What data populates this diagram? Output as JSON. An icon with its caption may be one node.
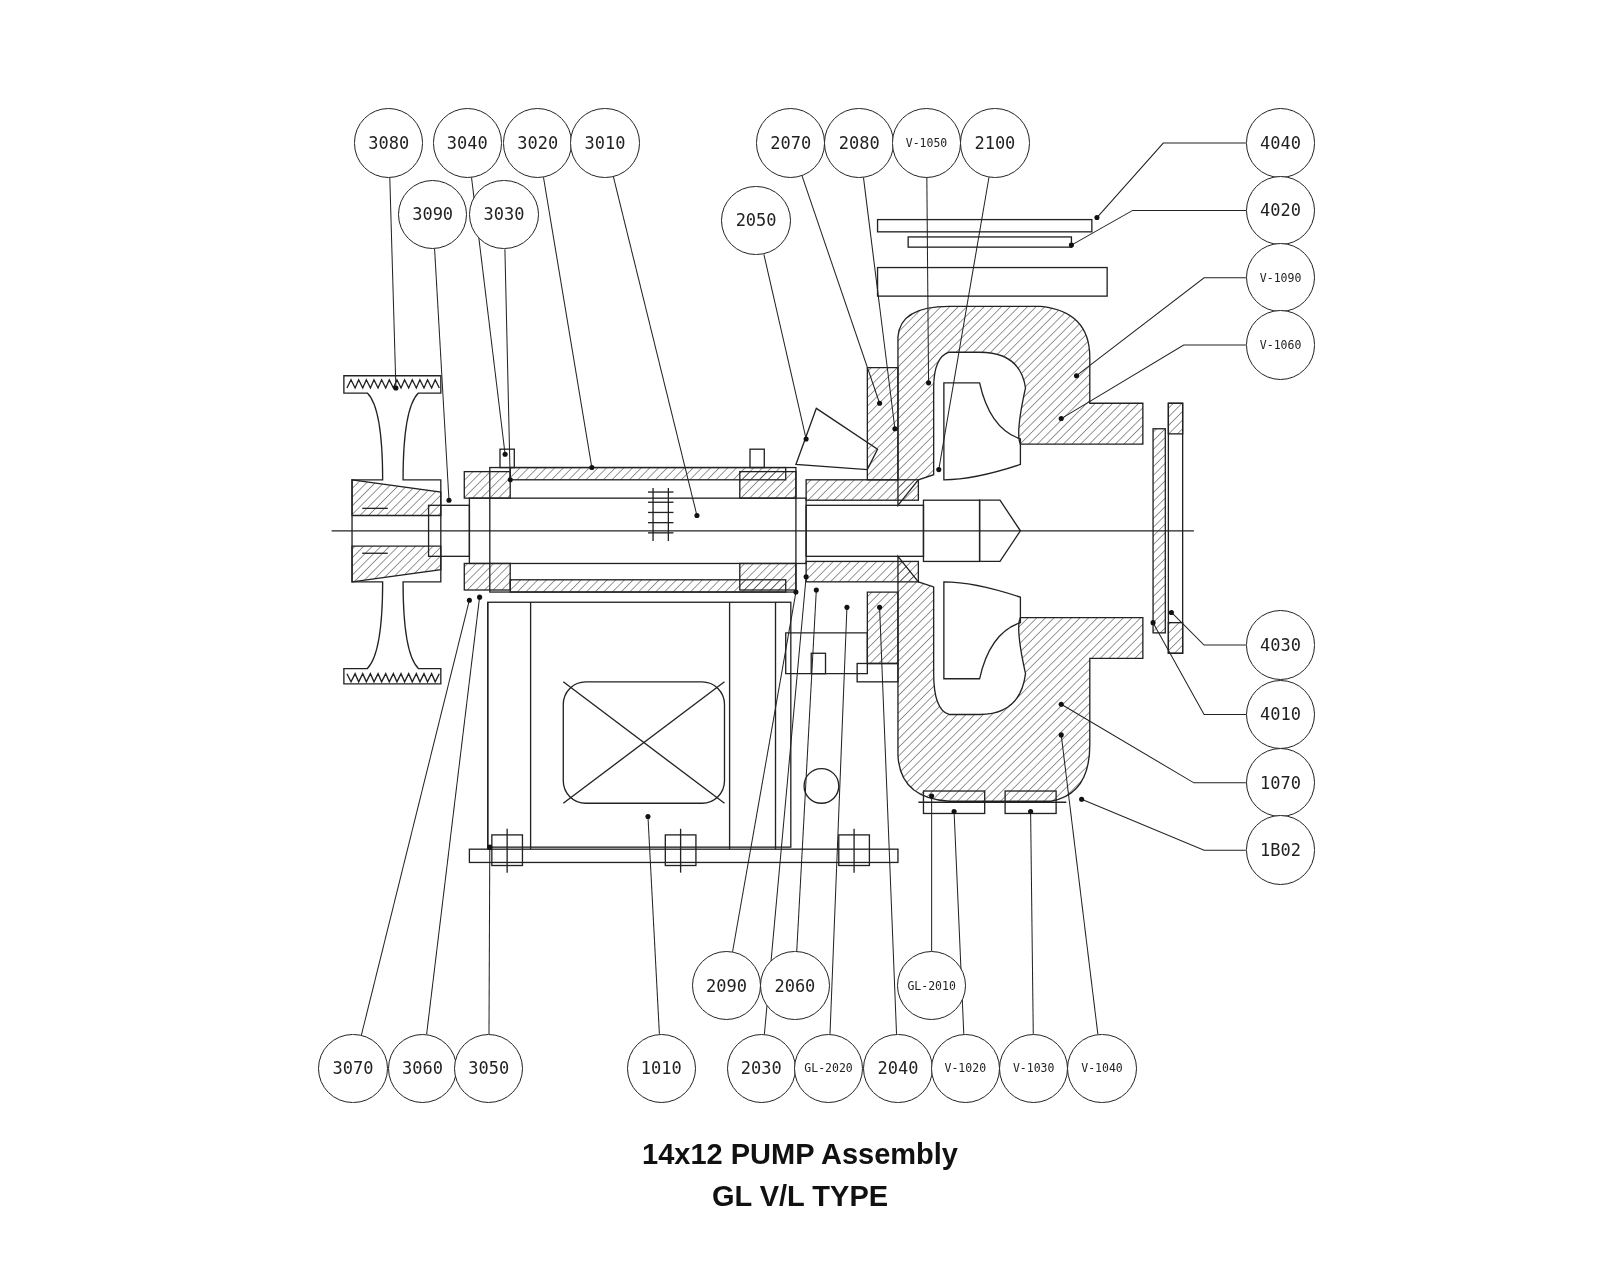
{
  "diagram": {
    "title": "14x12 PUMP Assembly",
    "caption": "GL V/L TYPE",
    "nodes": [
      {
        "text": [
          "3080"
        ]
      },
      {
        "text": [
          "3040"
        ]
      },
      {
        "text": [
          "3020"
        ]
      },
      {
        "text": [
          "3010"
        ]
      },
      {
        "text": [
          "2070"
        ]
      },
      {
        "text": [
          "2080"
        ]
      },
      {
        "text": [
          "V-1050"
        ]
      },
      {
        "text": [
          "2100"
        ]
      },
      {
        "text": [
          "4040"
        ]
      },
      {
        "text": [
          "3090"
        ]
      },
      {
        "text": [
          "3030"
        ]
      },
      {
        "text": [
          "2050"
        ]
      },
      {
        "text": [
          "4020"
        ]
      },
      {
        "text": [
          "V-1090"
        ]
      },
      {
        "text": [
          "V-1060"
        ]
      },
      {
        "text": [
          "4030"
        ]
      },
      {
        "text": [
          "4010"
        ]
      },
      {
        "text": [
          "1070"
        ]
      },
      {
        "text": [
          "1B02"
        ]
      },
      {
        "text": [
          "2090"
        ]
      },
      {
        "text": [
          "2060"
        ]
      },
      {
        "text": [
          "GL-2010"
        ]
      },
      {
        "text": [
          "3070"
        ]
      },
      {
        "text": [
          "3060"
        ]
      },
      {
        "text": [
          "3050"
        ]
      },
      {
        "text": [
          "1010"
        ]
      },
      {
        "text": [
          "2030"
        ]
      },
      {
        "text": [
          "GL-2020"
        ]
      },
      {
        "text": [
          "2040"
        ]
      },
      {
        "text": [
          "V-1020"
        ]
      },
      {
        "text": [
          "V-1030"
        ]
      },
      {
        "text": [
          "V-1040"
        ]
      }
    ],
    "edges": [
      {
        "from": 0,
        "to": null,
        "arrow": "other"
      },
      {
        "from": 1,
        "to": null,
        "arrow": "other"
      },
      {
        "from": 2,
        "to": null,
        "arrow": "other"
      },
      {
        "from": 3,
        "to": null,
        "arrow": "other"
      },
      {
        "from": 4,
        "to": null,
        "arrow": "other"
      },
      {
        "from": 5,
        "to": null,
        "arrow": "other"
      },
      {
        "from": 6,
        "to": null,
        "arrow": "other"
      },
      {
        "from": 7,
        "to": null,
        "arrow": "other"
      },
      {
        "from": 8,
        "to": null,
        "arrow": "other"
      },
      {
        "from": 9,
        "to": null,
        "arrow": "other"
      },
      {
        "from": 10,
        "to": null,
        "arrow": "other"
      },
      {
        "from": 11,
        "to": null,
        "arrow": "other"
      },
      {
        "from": 12,
        "to": null,
        "arrow": "other"
      },
      {
        "from": 13,
        "to": null,
        "arrow": "other"
      },
      {
        "from": 14,
        "to": null,
        "arrow": "other"
      },
      {
        "from": 15,
        "to": null,
        "arrow": "other"
      },
      {
        "from": 16,
        "to": null,
        "arrow": "other"
      },
      {
        "from": 17,
        "to": null,
        "arrow": "other"
      },
      {
        "from": 18,
        "to": null,
        "arrow": "other"
      },
      {
        "from": 19,
        "to": null,
        "arrow": "other"
      },
      {
        "from": 20,
        "to": null,
        "arrow": "other"
      },
      {
        "from": 21,
        "to": null,
        "arrow": "other"
      },
      {
        "from": 22,
        "to": null,
        "arrow": "other"
      },
      {
        "from": 23,
        "to": null,
        "arrow": "other"
      },
      {
        "from": 24,
        "to": null,
        "arrow": "other"
      },
      {
        "from": 25,
        "to": null,
        "arrow": "other"
      },
      {
        "from": 26,
        "to": null,
        "arrow": "other"
      },
      {
        "from": 27,
        "to": null,
        "arrow": "other"
      },
      {
        "from": 28,
        "to": null,
        "arrow": "other"
      },
      {
        "from": 29,
        "to": null,
        "arrow": "other"
      },
      {
        "from": 30,
        "to": null,
        "arrow": "other"
      },
      {
        "from": 31,
        "to": null,
        "arrow": "other"
      }
    ]
  }
}
